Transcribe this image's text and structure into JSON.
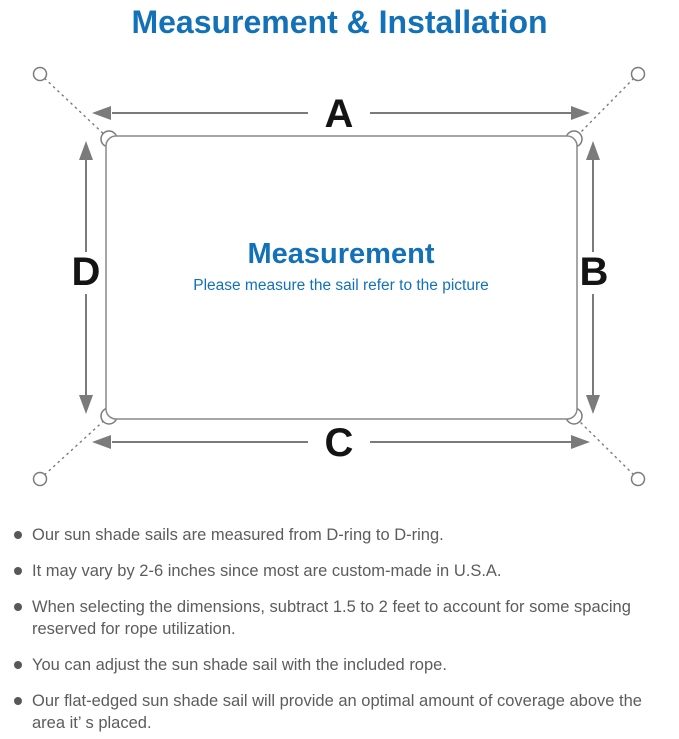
{
  "colors": {
    "accent_blue": "#1371b8",
    "diagram_gray": "#7b7b7b",
    "label_black": "#141414",
    "note_text_gray": "#5c5c5c"
  },
  "header": {
    "title": "Measurement & Installation"
  },
  "diagram": {
    "labels": {
      "top": "A",
      "right": "B",
      "bottom": "C",
      "left": "D"
    },
    "center_title": "Measurement",
    "center_subtitle": "Please measure the sail refer to the picture",
    "icons": {
      "anchor_ring": "small open circle",
      "d_ring": "half-ring bump on sail corner",
      "arrow": "gray dimension arrow"
    }
  },
  "notes": {
    "bullet_icon": "filled gray dot",
    "items": [
      "Our sun shade sails are measured from D-ring to D-ring.",
      "It may vary by 2-6 inches since most are custom-made in U.S.A.",
      "When selecting the dimensions, subtract 1.5 to 2 feet to account for some spacing reserved for rope utilization.",
      "You can adjust the sun shade sail with the included rope.",
      "Our flat-edged sun shade sail will provide an optimal amount of coverage above the area it’ s placed."
    ]
  }
}
